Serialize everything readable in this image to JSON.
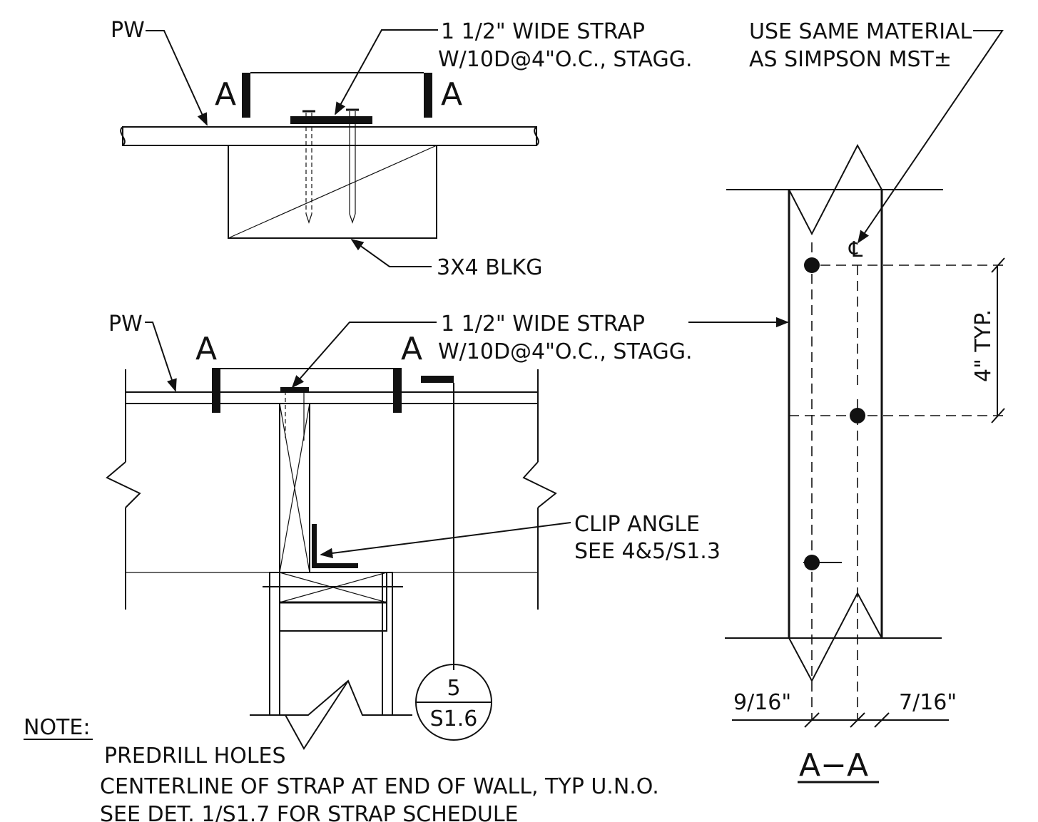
{
  "colors": {
    "ink": "#111111",
    "paper": "#ffffff"
  },
  "plan": {
    "pw_label": "PW",
    "strap_line1": "1  1/2\"  WIDE  STRAP",
    "strap_line2": "W/10D@4\"O.C.,  STAGG.",
    "material_line1": "USE  SAME  MATERIAL",
    "material_line2": "AS  SIMPSON  MST±",
    "section_mark_left": "A",
    "section_mark_right": "A",
    "blocking_label": "3X4  BLKG"
  },
  "elevation": {
    "pw_label": "PW",
    "section_mark_left": "A",
    "section_mark_right": "A",
    "strap_line1": "1  1/2\"  WIDE  STRAP",
    "strap_line2": "W/10D@4\"O.C.,  STAGG.",
    "clip_line1": "CLIP  ANGLE",
    "clip_line2": "SEE  4&5/S1.3",
    "detail_ref_top": "5",
    "detail_ref_bottom": "S1.6"
  },
  "section": {
    "spacing_label": "4\"  TYP.",
    "dim_left": "9/16\"",
    "dim_right": "7/16\"",
    "title": "A−A",
    "centerline_symbol": "℄"
  },
  "notes": {
    "heading": "NOTE:",
    "lines": [
      "PREDRILL  HOLES",
      "CENTERLINE  OF  STRAP  AT  END  OF  WALL,  TYP  U.N.O.",
      "SEE  DET.  1/S1.7  FOR  STRAP  SCHEDULE"
    ]
  }
}
